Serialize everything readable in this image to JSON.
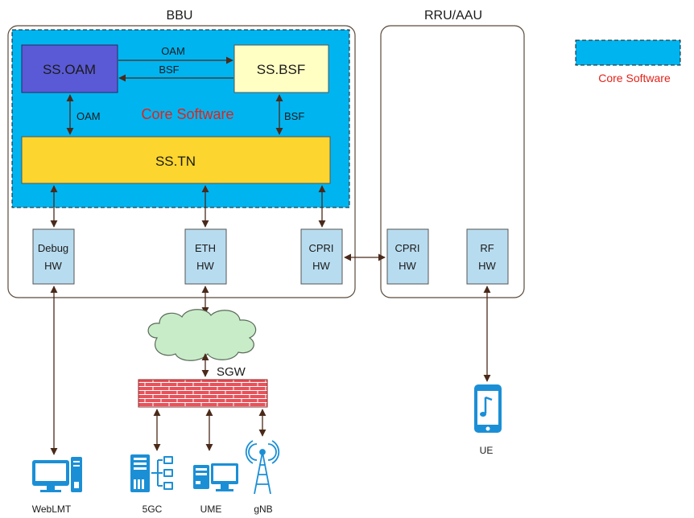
{
  "bbu": {
    "title": "BBU"
  },
  "rru": {
    "title": "RRU/AAU"
  },
  "core": {
    "label": "Core Software",
    "label_color": "#e2231a",
    "fill": "#00b4f0"
  },
  "legend": {
    "label": "Core Software"
  },
  "modules": {
    "ss_oam": "SS.OAM",
    "ss_bsf": "SS.BSF",
    "ss_tn": "SS.TN"
  },
  "links": {
    "oam_top": "OAM",
    "bsf_top": "BSF",
    "oam_side": "OAM",
    "bsf_side": "BSF"
  },
  "hw": {
    "debug": [
      "Debug",
      "HW"
    ],
    "eth": [
      "ETH",
      "HW"
    ],
    "cpri_bbu": [
      "CPRI",
      "HW"
    ],
    "cpri_rru": [
      "CPRI",
      "HW"
    ],
    "rf": [
      "RF",
      "HW"
    ]
  },
  "network": {
    "sgw": "SGW"
  },
  "endpoints": {
    "weblmt": "WebLMT",
    "5gc": "5GC",
    "ume": "UME",
    "gnb": "gNB",
    "ue": "UE"
  },
  "colors": {
    "oam_box": "#5a5ad6",
    "bsf_box": "#ffffc4",
    "tn_box": "#fcd52e",
    "hw_box": "#b8dcef",
    "arrow": "#4a2a1a",
    "firewall": "#e8525a",
    "cloud": "#c8ecc8",
    "device": "#1b8fd6"
  }
}
